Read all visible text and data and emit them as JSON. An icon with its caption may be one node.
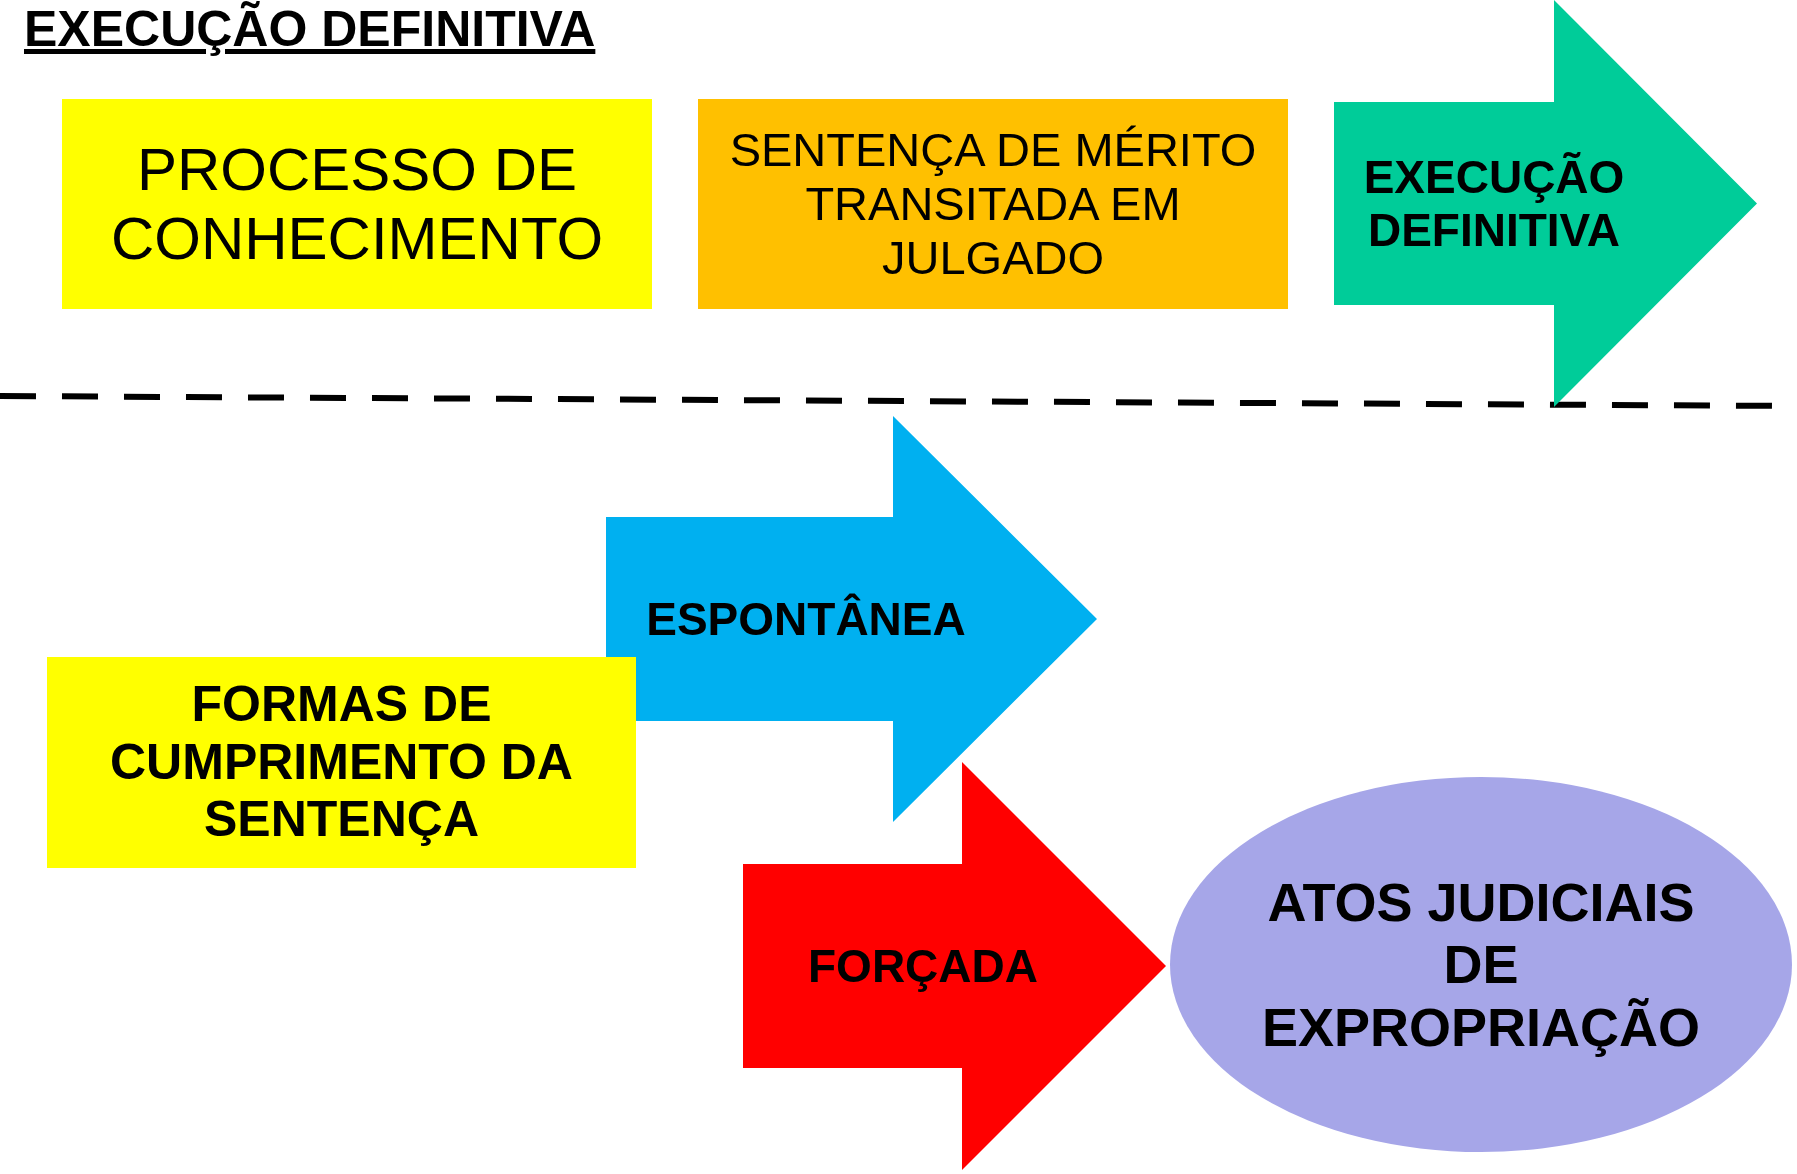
{
  "diagram": {
    "title": "EXECUÇÃO DEFINITIVA",
    "nodes": [
      {
        "text": [
          "PROCESSO DE CONHECIMENTO"
        ]
      },
      {
        "text": [
          "SENTENÇA DE MÉRITO TRANSITADA EM JULGADO"
        ]
      },
      {
        "text": [
          "EXECUÇÃO DEFINITIVA"
        ]
      },
      {
        "text": [
          "ESPONTÂNEA"
        ]
      },
      {
        "text": [
          "FORMAS DE CUMPRIMENTO DA SENTENÇA"
        ]
      },
      {
        "text": [
          "FORÇADA"
        ]
      },
      {
        "text": [
          "ATOS JUDICIAIS DE EXPROPRIAÇÃO"
        ]
      }
    ]
  }
}
